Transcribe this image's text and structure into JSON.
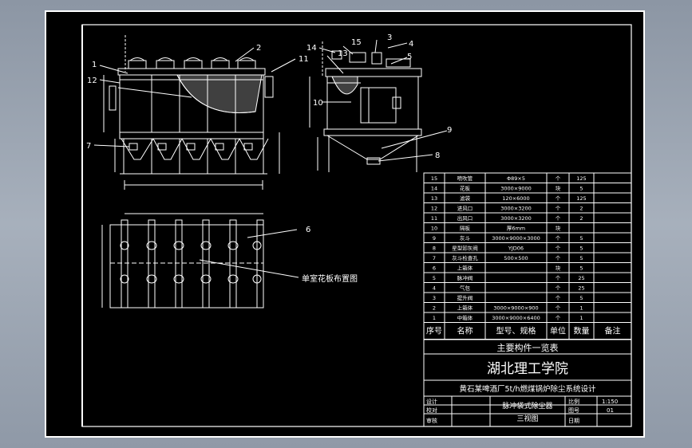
{
  "callouts": [
    "1",
    "2",
    "11",
    "12",
    "7",
    "14",
    "15",
    "3",
    "4",
    "13",
    "5",
    "10",
    "9",
    "8",
    "6"
  ],
  "plate_label": "单室花板布置图",
  "parts_table": {
    "rows": [
      {
        "no": "15",
        "name": "喷吹管",
        "spec": "Φ89×5",
        "unit": "个",
        "qty": "125"
      },
      {
        "no": "14",
        "name": "花板",
        "spec": "3000×9000",
        "unit": "块",
        "qty": "5"
      },
      {
        "no": "13",
        "name": "滤袋",
        "spec": "120×6000",
        "unit": "个",
        "qty": "125"
      },
      {
        "no": "12",
        "name": "进风口",
        "spec": "3000×3200",
        "unit": "个",
        "qty": "2"
      },
      {
        "no": "11",
        "name": "出风口",
        "spec": "3000×3200",
        "unit": "个",
        "qty": "2"
      },
      {
        "no": "10",
        "name": "隔板",
        "spec": "厚6mm",
        "unit": "块",
        "qty": ""
      },
      {
        "no": "9",
        "name": "灰斗",
        "spec": "3000×9000×3000",
        "unit": "个",
        "qty": "5"
      },
      {
        "no": "8",
        "name": "星型卸灰阀",
        "spec": "YJD06",
        "unit": "个",
        "qty": "5"
      },
      {
        "no": "7",
        "name": "灰斗检查孔",
        "spec": "500×500",
        "unit": "个",
        "qty": "5"
      },
      {
        "no": "6",
        "name": "上箱体",
        "spec": "",
        "unit": "块",
        "qty": "5"
      },
      {
        "no": "5",
        "name": "脉冲阀",
        "spec": "",
        "unit": "个",
        "qty": "25"
      },
      {
        "no": "4",
        "name": "气包",
        "spec": "",
        "unit": "个",
        "qty": "25"
      },
      {
        "no": "3",
        "name": "提升阀",
        "spec": "",
        "unit": "个",
        "qty": "5"
      },
      {
        "no": "2",
        "name": "上箱体",
        "spec": "3000×9000×900",
        "unit": "个",
        "qty": "1"
      },
      {
        "no": "1",
        "name": "中箱体",
        "spec": "3000×9000×6400",
        "unit": "个",
        "qty": "1"
      }
    ],
    "header": {
      "no": "序号",
      "name": "名称",
      "spec": "型号、规格",
      "unit": "单位",
      "qty": "数量",
      "remark": "备注"
    },
    "caption": "主要构件一览表"
  },
  "title_block": {
    "school": "湖北理工学院",
    "project": "黄石某啤酒厂5t/h燃煤锅炉除尘系统设计",
    "drawing_name": "脉冲袋式除尘器",
    "view_name": "三视图",
    "designer_label": "设计",
    "checker_label": "校对",
    "approver_label": "审核",
    "scale_label": "比例",
    "scale_value": "1:150",
    "sheet_label": "图号",
    "sheet_value": "01",
    "date_label": "日期"
  },
  "colors": {
    "paper": "#000000",
    "line": "#ffffff",
    "frame_bg": "#8f99a7"
  }
}
